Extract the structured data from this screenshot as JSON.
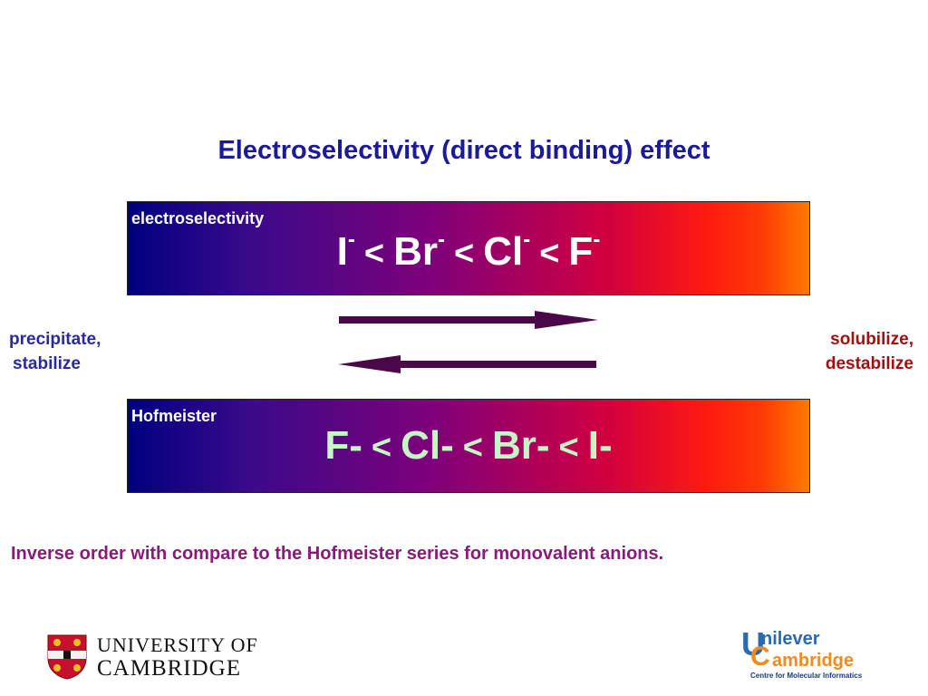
{
  "title": "Electroselectivity (direct binding) effect",
  "band_top": {
    "label": "electroselectivity",
    "ions": [
      "I",
      "Br",
      "Cl",
      "F"
    ],
    "charge": "-",
    "separator": "<"
  },
  "band_bottom": {
    "label": "Hofmeister",
    "ions": [
      "F-",
      "Cl-",
      "Br-",
      "I-"
    ],
    "separator": "<"
  },
  "left_side": {
    "line1": "precipitate,",
    "line2": "stabilize"
  },
  "right_side": {
    "line1": "solubilize,",
    "line2": "destabilize"
  },
  "conclusion": "Inverse order  with compare to the Hofmeister series for monovalent anions.",
  "logos": {
    "cambridge_line1": "UNIVERSITY OF",
    "cambridge_line2": "CAMBRIDGE",
    "unilever_u": "U",
    "unilever_word1": "nilever",
    "unilever_c": "C",
    "unilever_word2": "ambridge",
    "unilever_tagline": "Centre for Molecular Informatics"
  },
  "colors": {
    "title": "#1a1a9a",
    "left_side": "#2a2aa0",
    "right_side": "#a01010",
    "conclusion": "#8a1a7a",
    "arrow": "#4a0848"
  }
}
